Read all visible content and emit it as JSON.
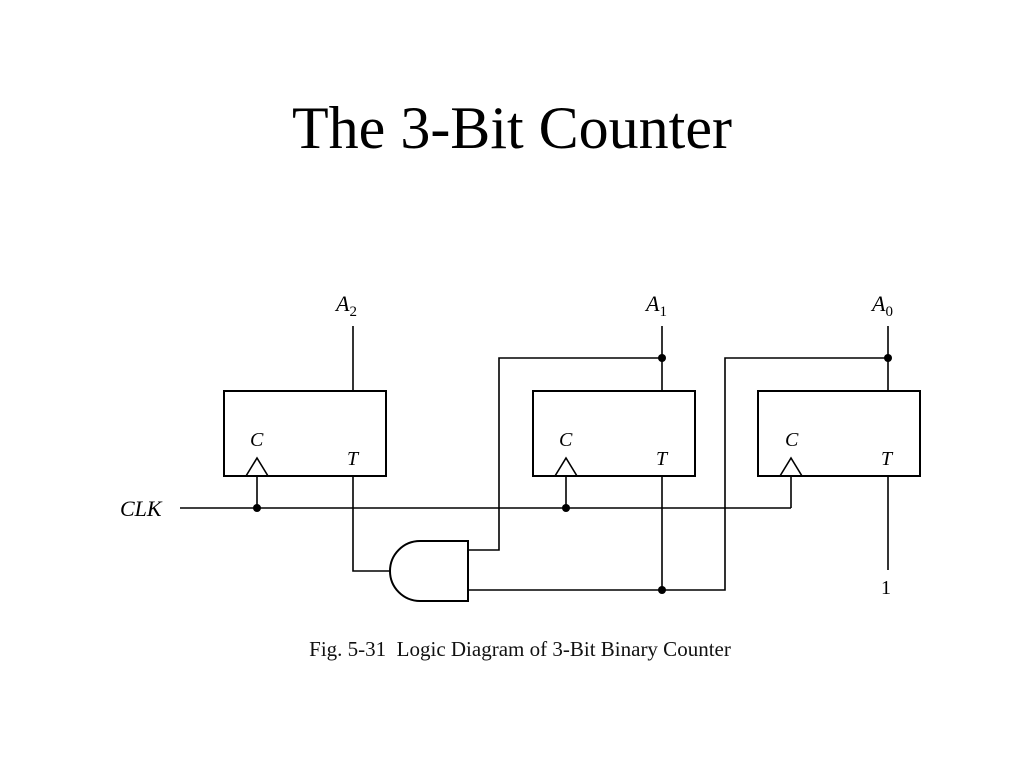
{
  "slide": {
    "title": "The 3-Bit Counter"
  },
  "diagram": {
    "outputs": [
      {
        "base": "A",
        "sub": "2"
      },
      {
        "base": "A",
        "sub": "1"
      },
      {
        "base": "A",
        "sub": "0"
      }
    ],
    "flip_flops": [
      {
        "clock_label": "C",
        "input_label": "T"
      },
      {
        "clock_label": "C",
        "input_label": "T"
      },
      {
        "clock_label": "C",
        "input_label": "T"
      }
    ],
    "clock_input": "CLK",
    "constant_input": "1",
    "caption": "Fig. 5-31  Logic Diagram of 3-Bit Binary Counter"
  }
}
